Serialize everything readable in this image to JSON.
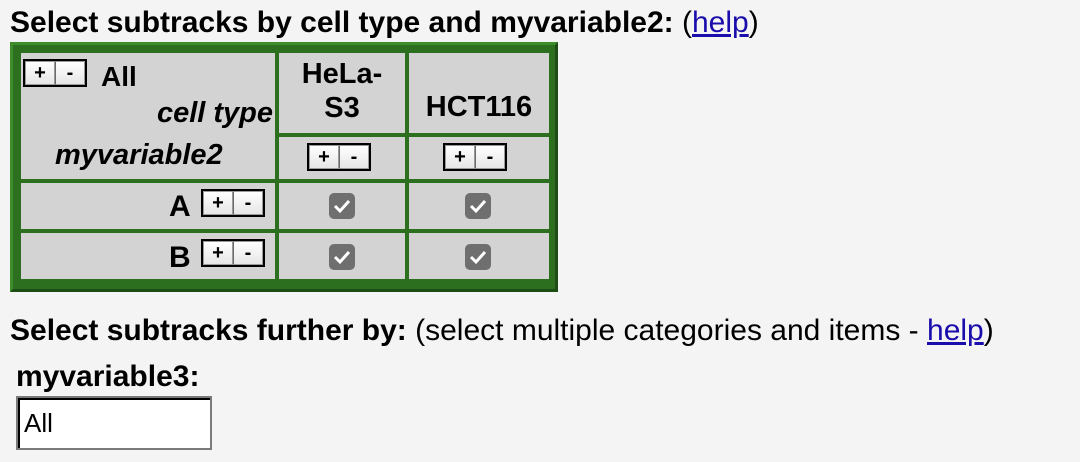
{
  "heading": {
    "bold": "Select subtracks by cell type and myvariable2:",
    "paren_open": "(",
    "help": "help",
    "paren_close": ")"
  },
  "matrix": {
    "all_label": "All",
    "dim_x_label": "cell type",
    "dim_y_label": "myvariable2",
    "columns": [
      "HeLa-\nS3",
      "HCT116"
    ],
    "column_lines": [
      [
        "HeLa-",
        "S3"
      ],
      [
        "HCT116"
      ]
    ],
    "rows": [
      "A",
      "B"
    ],
    "plus": "+",
    "minus": "-",
    "checked": [
      [
        true,
        true
      ],
      [
        true,
        true
      ]
    ]
  },
  "further": {
    "bold": "Select subtracks further by:",
    "text": " (select multiple categories and items - ",
    "help": "help",
    "paren_close": ")"
  },
  "filter": {
    "label": "myvariable3:",
    "value": "All"
  }
}
